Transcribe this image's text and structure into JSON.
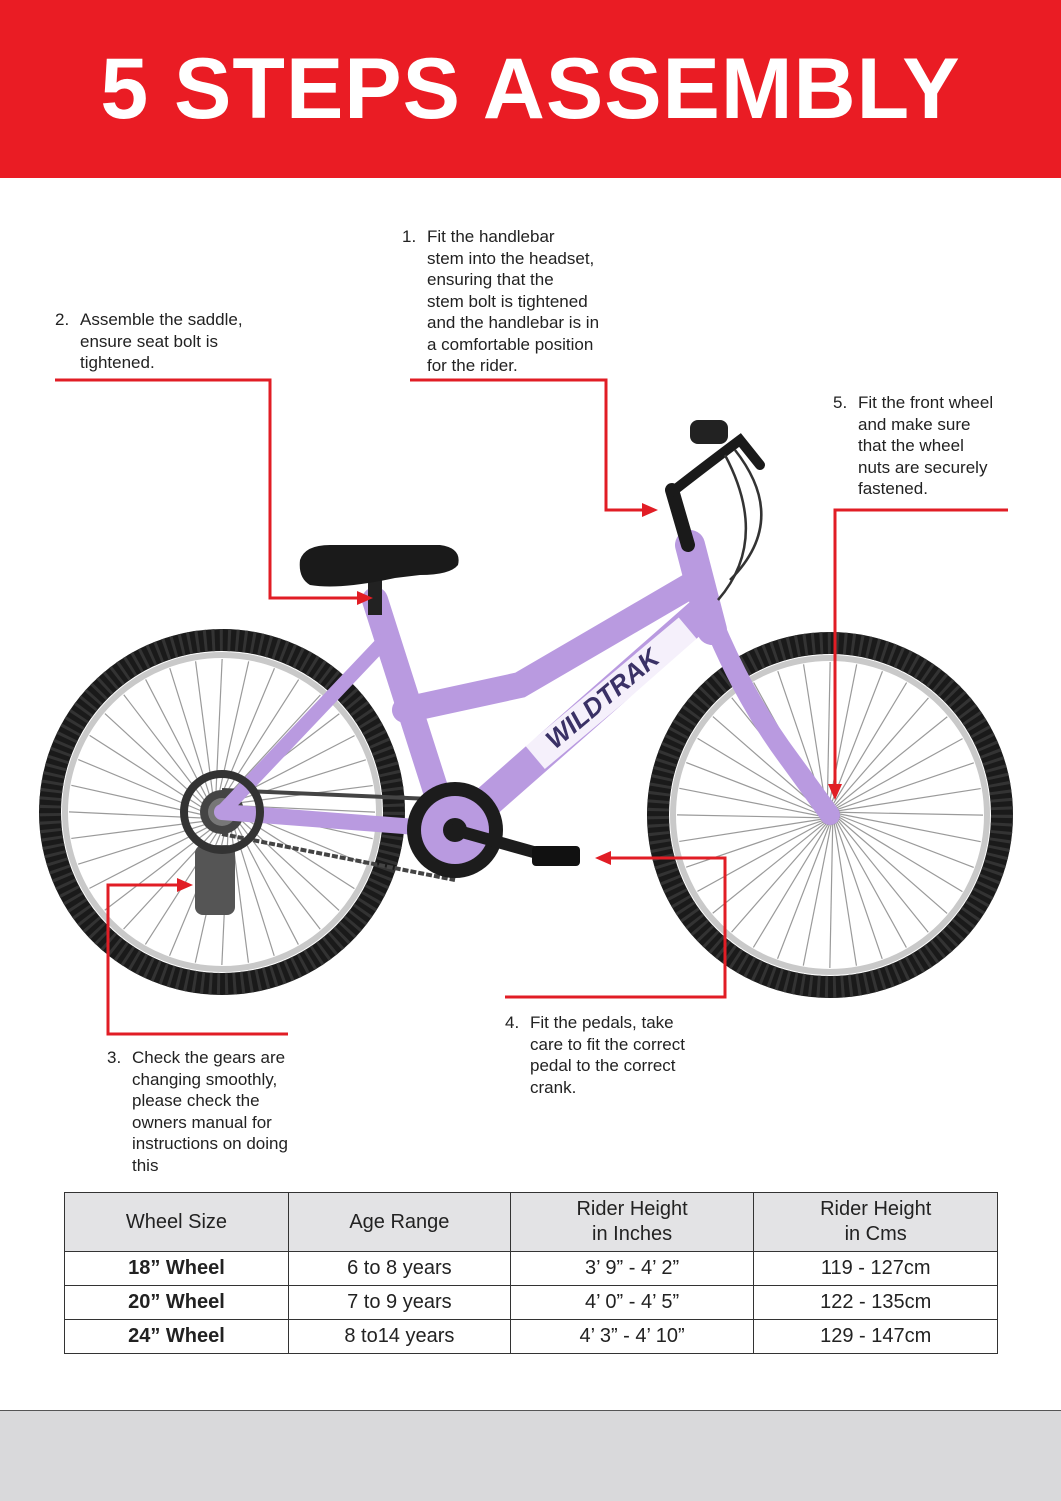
{
  "header": {
    "title": "5 STEPS ASSEMBLY",
    "background": "#ea1c24"
  },
  "bike": {
    "brand": "WILDTRAK",
    "frame_color": "#b99ae0",
    "callout_color": "#e11d25"
  },
  "steps": [
    {
      "number": "1.",
      "text": "Fit the handlebar\nstem into the headset,\nensuring that the\nstem bolt is tightened\nand the handlebar is in\na comfortable position\nfor the rider."
    },
    {
      "number": "2.",
      "text": "Assemble the saddle,\nensure seat bolt is\ntightened."
    },
    {
      "number": "3.",
      "text": "Check the gears are\nchanging smoothly,\nplease check the\nowners manual for\ninstructions on doing\nthis"
    },
    {
      "number": "4.",
      "text": "Fit the pedals, take\ncare to fit the correct\npedal to the correct\ncrank."
    },
    {
      "number": "5.",
      "text": "Fit the front wheel\nand make sure\nthat the wheel\nnuts are securely\nfastened."
    }
  ],
  "size_table": {
    "headers": [
      "Wheel Size",
      "Age Range",
      "Rider Height\nin Inches",
      "Rider Height\nin Cms"
    ],
    "rows": [
      [
        "18” Wheel",
        "6 to 8 years",
        "3’ 9” - 4’ 2”",
        "119 - 127cm"
      ],
      [
        "20” Wheel",
        "7 to 9 years",
        "4’ 0” - 4’ 5”",
        "122 - 135cm"
      ],
      [
        "24” Wheel",
        "8 to14 years",
        "4’ 3” - 4’ 10”",
        "129 - 147cm"
      ]
    ]
  }
}
